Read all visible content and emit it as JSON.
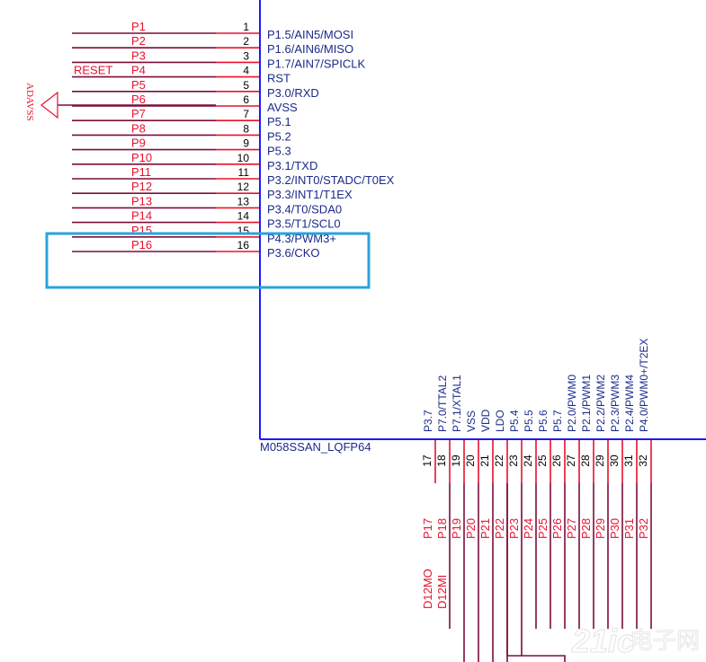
{
  "colors": {
    "wire": "#7a0e3a",
    "pin_stub": "#e8112d",
    "body": "#1a1aff",
    "label_red": "#e8112d",
    "pin_num": "#000000",
    "pin_name": "#1b2a8a",
    "highlight": "#29a3dc"
  },
  "chip": {
    "part_name": "M058SSAN_LQFP64"
  },
  "left_pins": [
    {
      "num": "1",
      "name": "P1.5/AIN5/MOSI",
      "net": "P1"
    },
    {
      "num": "2",
      "name": "P1.6/AIN6/MISO",
      "net": "P2"
    },
    {
      "num": "3",
      "name": "P1.7/AIN7/SPICLK",
      "net": "P3"
    },
    {
      "num": "4",
      "name": "RST",
      "net": "P4",
      "extra": "RESET"
    },
    {
      "num": "5",
      "name": "P3.0/RXD",
      "net": "P5"
    },
    {
      "num": "6",
      "name": "AVSS",
      "net": "P6"
    },
    {
      "num": "7",
      "name": "P5.1",
      "net": "P7"
    },
    {
      "num": "8",
      "name": "P5.2",
      "net": "P8"
    },
    {
      "num": "9",
      "name": "P5.3",
      "net": "P9"
    },
    {
      "num": "10",
      "name": "P3.1/TXD",
      "net": "P10"
    },
    {
      "num": "11",
      "name": "P3.2/INT0/STADC/T0EX",
      "net": "P11"
    },
    {
      "num": "12",
      "name": "P3.3/INT1/T1EX",
      "net": "P12"
    },
    {
      "num": "13",
      "name": "P3.4/T0/SDA0",
      "net": "P13"
    },
    {
      "num": "14",
      "name": "P3.5/T1/SCL0",
      "net": "P14"
    },
    {
      "num": "15",
      "name": "P4.3/PWM3+",
      "net": "P15"
    },
    {
      "num": "16",
      "name": "P3.6/CKO",
      "net": "P16"
    }
  ],
  "avss_symbol": "ADAVSS",
  "bottom_pins": [
    {
      "num": "17",
      "name": "P3.7",
      "net": "P17",
      "extra": "D12MO"
    },
    {
      "num": "18",
      "name": "P7.0/TTAL2",
      "net": "P18",
      "extra": "D12MI"
    },
    {
      "num": "19",
      "name": "P7.1/XTAL1",
      "net": "P19"
    },
    {
      "num": "20",
      "name": "VSS",
      "net": "P20"
    },
    {
      "num": "21",
      "name": "VDD",
      "net": "P21"
    },
    {
      "num": "22",
      "name": "LDO",
      "net": "P22"
    },
    {
      "num": "23",
      "name": "P5.4",
      "net": "P23"
    },
    {
      "num": "24",
      "name": "P5.5",
      "net": "P24"
    },
    {
      "num": "25",
      "name": "P5.6",
      "net": "P25"
    },
    {
      "num": "26",
      "name": "P5.7",
      "net": "P26"
    },
    {
      "num": "27",
      "name": "P2.0/PWM0",
      "net": "P27"
    },
    {
      "num": "28",
      "name": "P2.1/PWM1",
      "net": "P28"
    },
    {
      "num": "29",
      "name": "P2.2/PWM2",
      "net": "P29"
    },
    {
      "num": "30",
      "name": "P2.3/PWM3",
      "net": "P30"
    },
    {
      "num": "31",
      "name": "P2.4/PWM4",
      "net": "P31"
    },
    {
      "num": "32",
      "name": "P4.0/PWM0+/T2EX",
      "net": "P32"
    }
  ],
  "watermark": {
    "main": "21ic",
    "cn": "电子网"
  }
}
